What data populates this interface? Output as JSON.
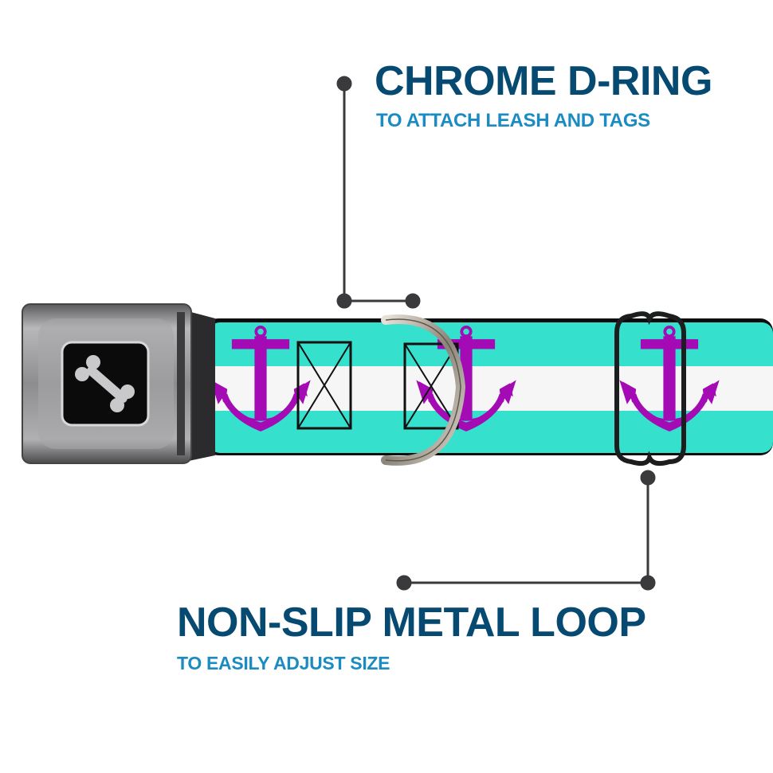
{
  "callouts": [
    {
      "title": "CHROME D-RING",
      "subtitle": "TO ATTACH LEASH AND TAGS"
    },
    {
      "title": "NON-SLIP METAL LOOP",
      "subtitle": "TO EASILY ADJUST SIZE"
    }
  ],
  "product": {
    "name": "Seatbelt buckle dog collar",
    "pattern": "anchors on teal and white stripes",
    "buckle_icon": "bone-icon"
  },
  "colors": {
    "title": "#064a72",
    "subtitle": "#1a8cc3",
    "teal": "#35e0cc",
    "white_stripe": "#f6f6f6",
    "anchor": "#a40bb4",
    "line": "#3a3a3c"
  }
}
